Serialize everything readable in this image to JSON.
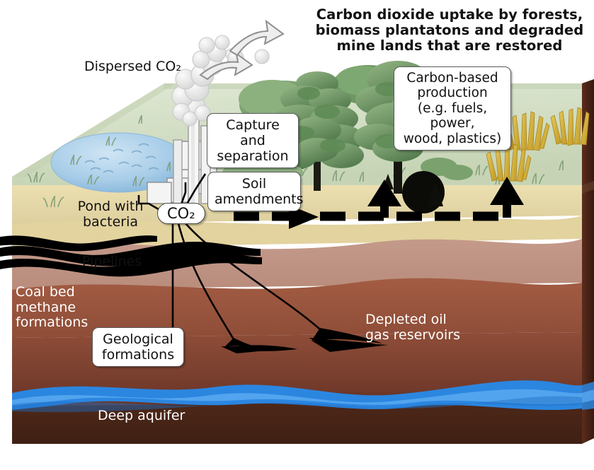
{
  "diagram": {
    "title": "Carbon dioxide uptake by forests,\nbiomass plantatons and degraded\nmine lands that are restored",
    "dispersed_label": "Dispersed CO₂",
    "co2_node": "CO₂"
  },
  "callouts": {
    "capture": "Capture and\nseparation",
    "soil": "Soil\namendments",
    "production": "Carbon-based\nproduction\n(e.g. fuels, power,\nwood, plastics)",
    "geological": "Geological\nformations"
  },
  "labels": {
    "pond": "Pond with\nbacteria",
    "pipelines": "Pipelines",
    "coalbed": "Coal bed\nmethane\nformations",
    "depleted": "Depleted oil\ngas reservoirs",
    "aquifer": "Deep aquifer"
  },
  "colors": {
    "sky": "#ffffff",
    "grass_top": "#cfdcc0",
    "grass_top_light": "#dde6d2",
    "sand_layer": "#e6d9a8",
    "clay_layer": "#c09383",
    "rock_layer": "#9c5b45",
    "deep_rock": "#8c4632",
    "bottom_rock": "#5a2d21",
    "side_face": "#4a2418",
    "aquifer_blue": "#2b86e0",
    "aquifer_blue_light": "#57a7f0",
    "pond_blue": "#a9cde8",
    "tree_green": "#6f9a66",
    "tree_green_dark": "#4d7a4a",
    "biomass_gold": "#d6b43c",
    "smoke_grey": "#e8e8e8",
    "arrow_black": "#000000",
    "stack_white": "#f2f2f2"
  },
  "icons": {
    "smokestack": "smokestack-icon",
    "smoke_plume": "smoke-plume-icon",
    "dispersal_arrow": "curved-arrow-icon",
    "tree": "tree-icon",
    "biomass": "biomass-grass-icon",
    "pond": "pond-icon",
    "uptake_arrow": "up-arrow-icon",
    "flow_arrow": "dashed-flow-arrow-icon",
    "reservoir_wedge": "reservoir-wedge-icon"
  }
}
